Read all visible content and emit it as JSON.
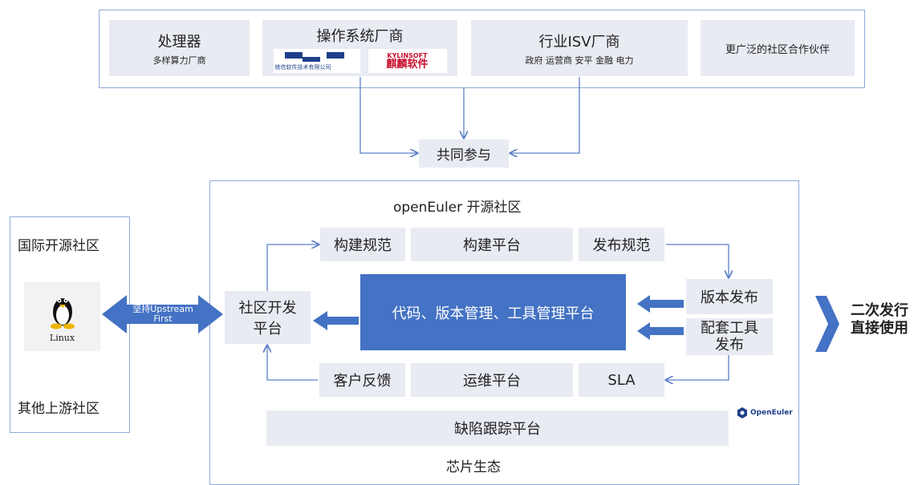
{
  "top": {
    "processor": {
      "title": "处理器",
      "subtitle": "多样算力厂商"
    },
    "os": {
      "title": "操作系统厂商",
      "logo1_text": "统信软件技术有限公司",
      "logo2_top": "KYLINSOFT",
      "logo2_bottom": "麒麟软件"
    },
    "isv": {
      "title": "行业ISV厂商",
      "subtitle": "政府 运营商 安平 金融 电力"
    },
    "community": {
      "title": "更广泛的社区合作伙伴"
    }
  },
  "joint": "共同参与",
  "left": {
    "title": "国际开源社区",
    "linux_label": "Linux",
    "bottom": "其他上游社区"
  },
  "arrow_label": {
    "line1": "坚持Upstream",
    "line2": "First"
  },
  "main": {
    "title": "openEuler 开源社区",
    "build_spec": "构建规范",
    "build_platform": "构建平台",
    "release_spec": "发布规范",
    "dev_platform": {
      "line1": "社区开发",
      "line2": "平台"
    },
    "code_platform": "代码、版本管理、工具管理平台",
    "version_release": "版本发布",
    "tool_release": {
      "line1": "配套工具",
      "line2": "发布"
    },
    "feedback": "客户反馈",
    "ops_platform": "运维平台",
    "sla": "SLA",
    "bug_platform": "缺陷跟踪平台",
    "chip": "芯片生态",
    "logo_text": "OpenEuler"
  },
  "right": {
    "line1": "二次发行",
    "line2": "直接使用"
  },
  "colors": {
    "frame": "#8eaadb",
    "box": "#e9ebf3",
    "accent": "#4472c4",
    "arrow": "#4472c4"
  }
}
